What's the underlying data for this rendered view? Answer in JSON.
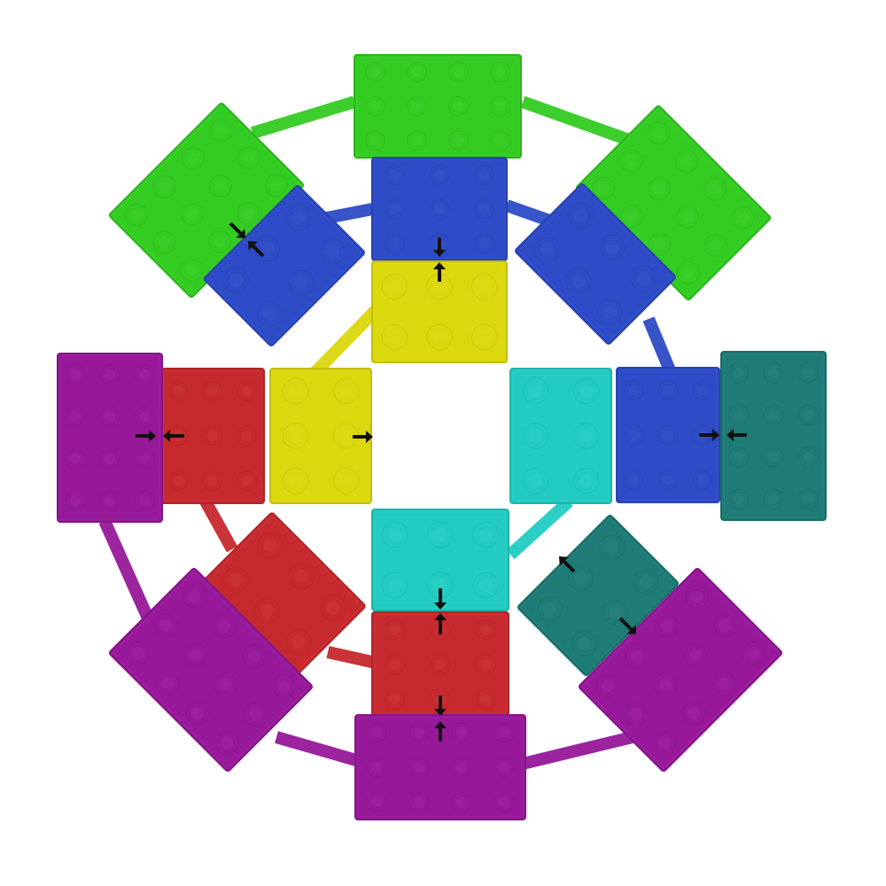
{
  "colors": {
    "green": "#33cc22",
    "blue": "#2d4bc6",
    "yellow": "#dcd80e",
    "red": "#c72a2e",
    "purple": "#97199a",
    "teal": "#1e7b76",
    "cyan": "#22ccc2",
    "arrow": "#111111"
  },
  "blocks": [
    {
      "id": "green-top",
      "color": "green"
    },
    {
      "id": "green-upper-left",
      "color": "green"
    },
    {
      "id": "green-upper-right",
      "color": "green"
    },
    {
      "id": "blue-top",
      "color": "blue"
    },
    {
      "id": "blue-upper-left",
      "color": "blue"
    },
    {
      "id": "blue-upper-right",
      "color": "blue"
    },
    {
      "id": "blue-right",
      "color": "blue"
    },
    {
      "id": "yellow-top",
      "color": "yellow"
    },
    {
      "id": "yellow-left",
      "color": "yellow"
    },
    {
      "id": "red-left",
      "color": "red"
    },
    {
      "id": "red-lower-left",
      "color": "red"
    },
    {
      "id": "red-bottom",
      "color": "red"
    },
    {
      "id": "purple-left",
      "color": "purple"
    },
    {
      "id": "purple-lower-left",
      "color": "purple"
    },
    {
      "id": "purple-bottom",
      "color": "purple"
    },
    {
      "id": "purple-lower-right",
      "color": "purple"
    },
    {
      "id": "teal-right",
      "color": "teal"
    },
    {
      "id": "teal-lower-right",
      "color": "teal"
    },
    {
      "id": "cyan-right",
      "color": "cyan"
    },
    {
      "id": "cyan-bottom",
      "color": "cyan"
    }
  ],
  "links": [
    {
      "from": "green-top",
      "to": "green-upper-left",
      "color": "green"
    },
    {
      "from": "green-top",
      "to": "green-upper-right",
      "color": "green"
    },
    {
      "from": "blue-top",
      "to": "blue-upper-left",
      "color": "blue"
    },
    {
      "from": "blue-top",
      "to": "blue-upper-right",
      "color": "blue"
    },
    {
      "from": "blue-upper-right",
      "to": "blue-right",
      "color": "blue"
    },
    {
      "from": "yellow-top",
      "to": "yellow-left",
      "color": "yellow"
    },
    {
      "from": "red-left",
      "to": "red-lower-left",
      "color": "red"
    },
    {
      "from": "red-lower-left",
      "to": "red-bottom",
      "color": "red"
    },
    {
      "from": "purple-left",
      "to": "purple-lower-left",
      "color": "purple"
    },
    {
      "from": "purple-lower-left",
      "to": "purple-bottom",
      "color": "purple"
    },
    {
      "from": "purple-bottom",
      "to": "purple-lower-right",
      "color": "purple"
    },
    {
      "from": "cyan-right",
      "to": "cyan-bottom",
      "color": "cyan"
    }
  ],
  "arrows": [
    {
      "id": "green-blue-upper-left"
    },
    {
      "id": "green-blue-top"
    },
    {
      "id": "purple-red-left"
    },
    {
      "id": "yellow-left-inward"
    },
    {
      "id": "blue-teal-right"
    },
    {
      "id": "teal-lower-right-pair"
    },
    {
      "id": "cyan-red-bottom"
    },
    {
      "id": "red-purple-bottom"
    }
  ]
}
